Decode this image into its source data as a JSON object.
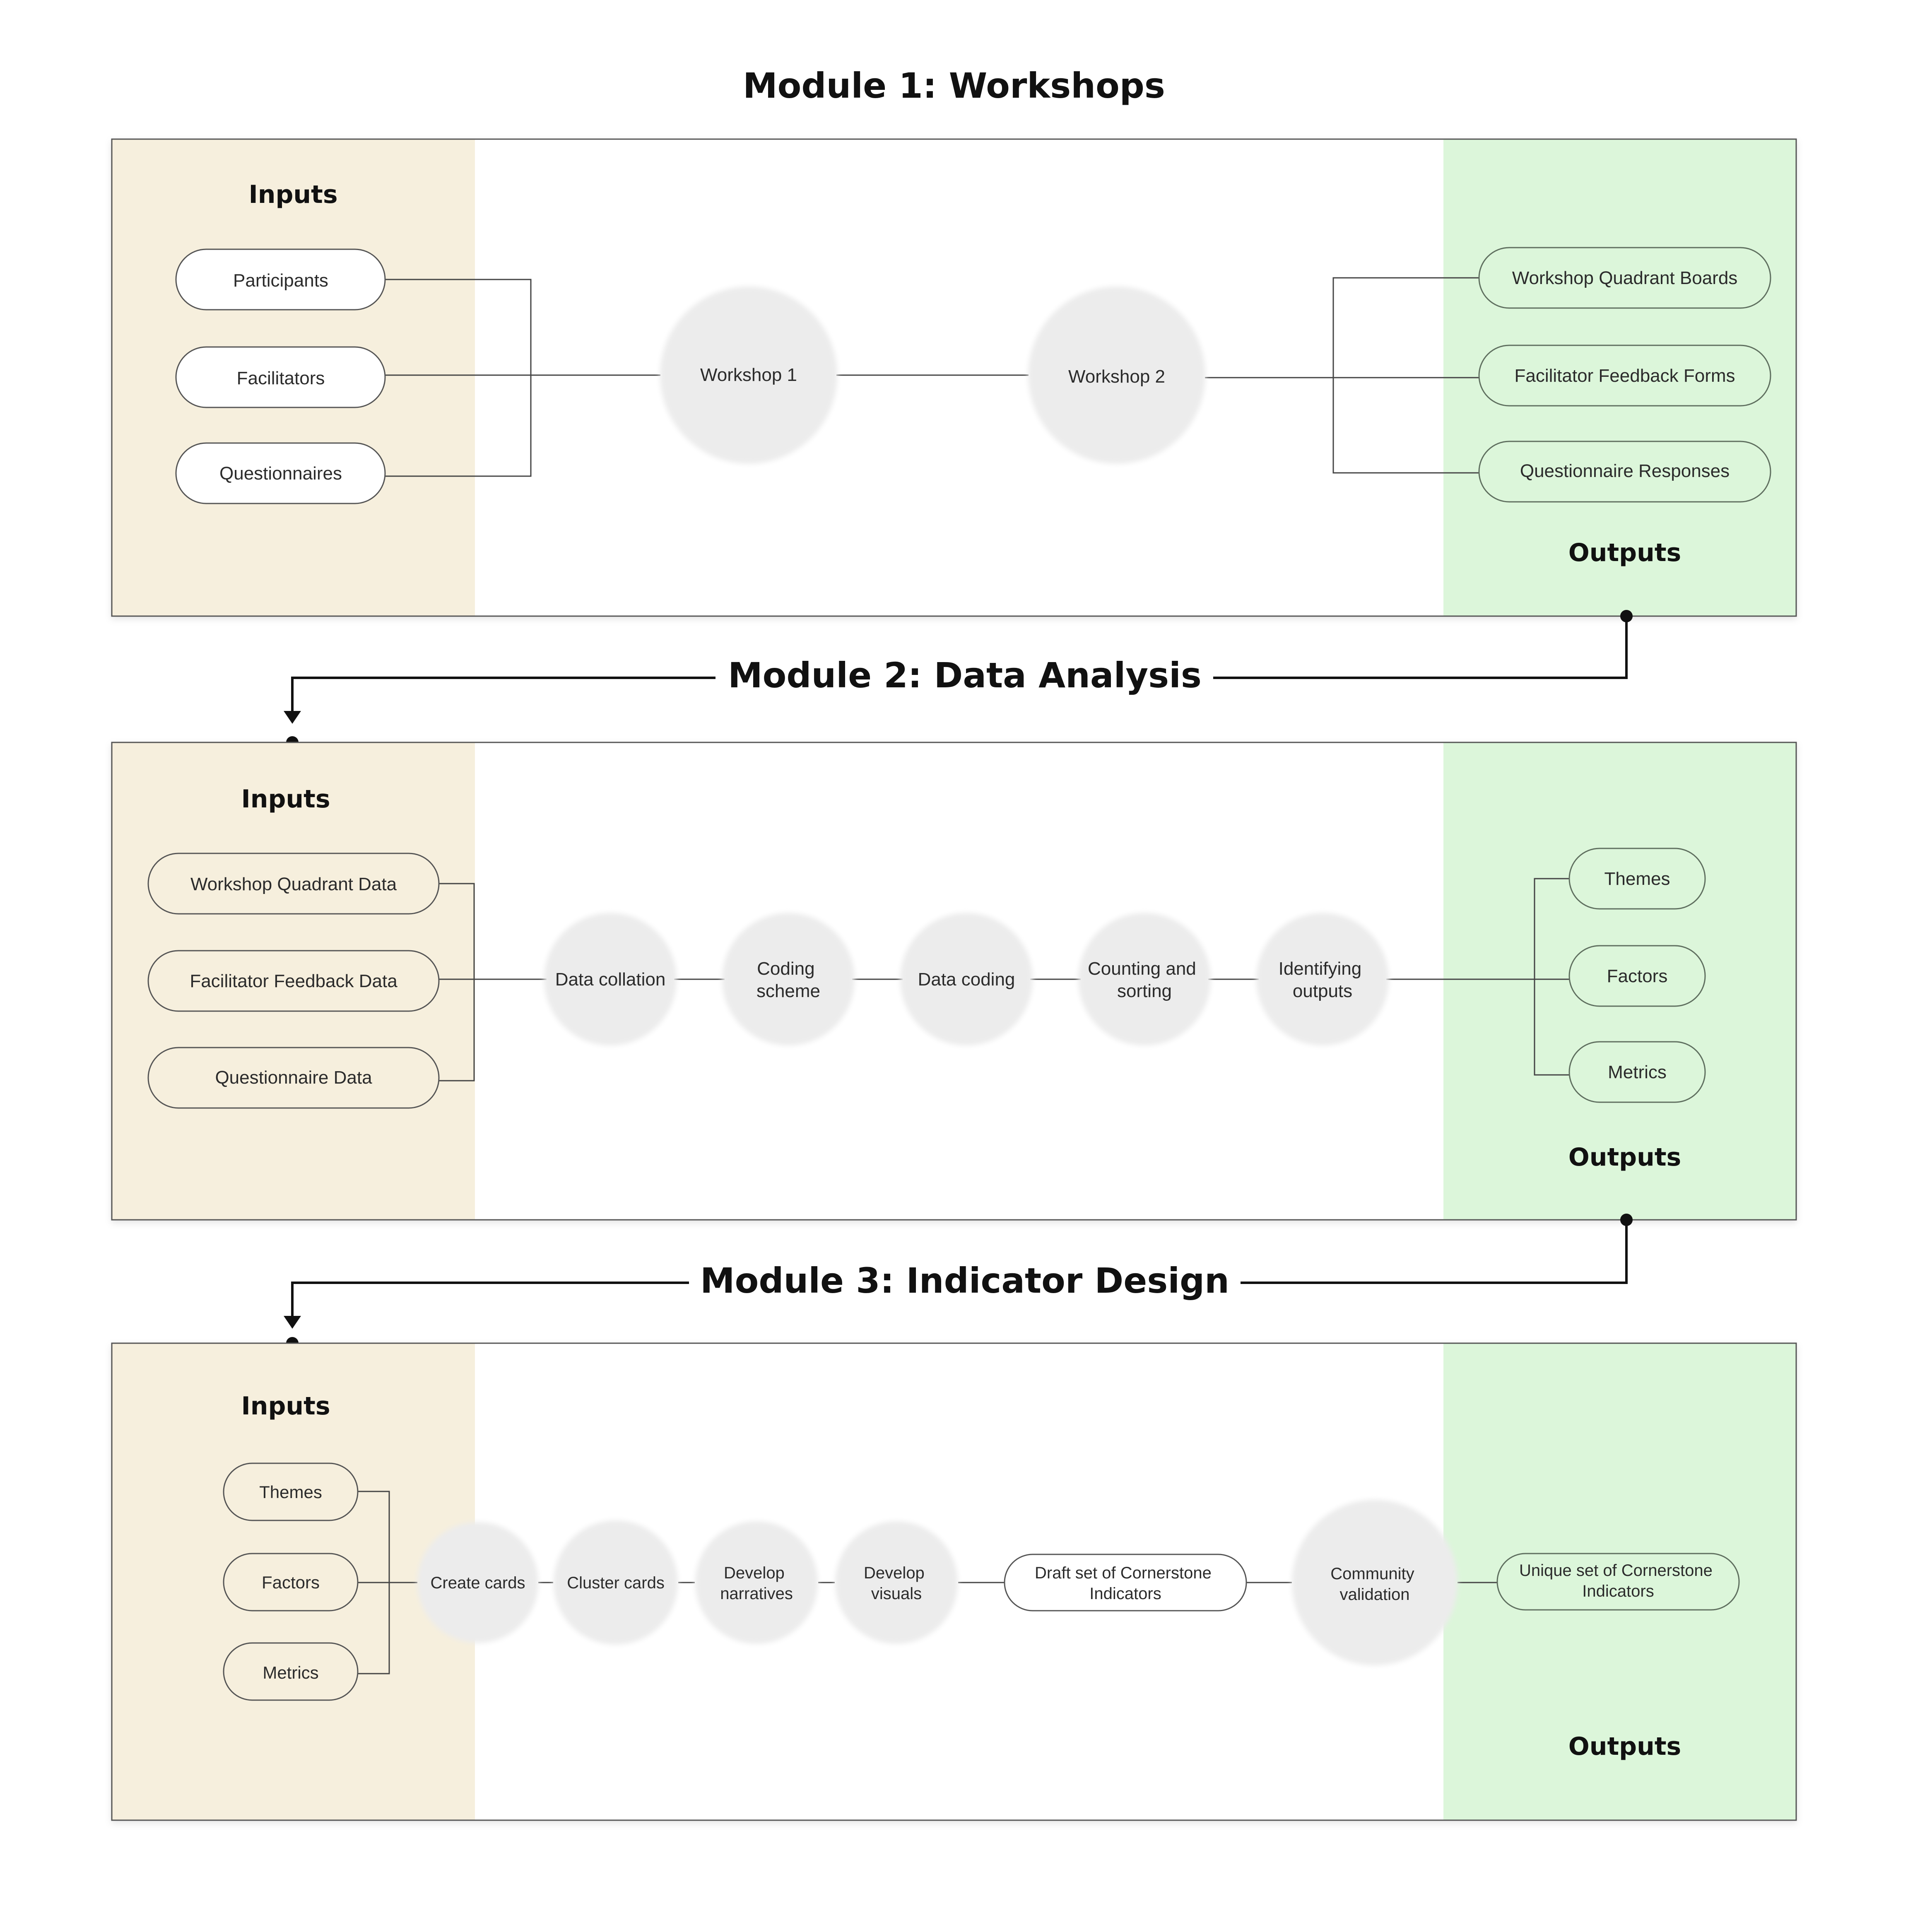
{
  "modules": [
    {
      "title": "Module 1: Workshops",
      "inputs_heading": "Inputs",
      "outputs_heading": "Outputs",
      "inputs": [
        "Participants",
        "Facilitators",
        "Questionnaires"
      ],
      "steps": [
        "Workshop 1",
        "Workshop 2"
      ],
      "outputs": [
        "Workshop Quadrant Boards",
        "Facilitator Feedback Forms",
        "Questionnaire Responses"
      ]
    },
    {
      "title": "Module 2: Data Analysis",
      "inputs_heading": "Inputs",
      "outputs_heading": "Outputs",
      "inputs": [
        "Workshop Quadrant Data",
        "Facilitator Feedback Data",
        "Questionnaire Data"
      ],
      "steps": [
        "Data collation",
        "Coding\nscheme",
        "Data coding",
        "Counting and\nsorting",
        "Identifying\noutputs"
      ],
      "outputs": [
        "Themes",
        "Factors",
        "Metrics"
      ]
    },
    {
      "title": "Module 3: Indicator Design",
      "inputs_heading": "Inputs",
      "outputs_heading": "Outputs",
      "inputs": [
        "Themes",
        "Factors",
        "Metrics"
      ],
      "steps": [
        "Create cards",
        "Cluster cards",
        "Develop\nnarratives",
        "Develop\nvisuals",
        "Draft set of Cornerstone\nIndicators",
        "Community\nvalidation"
      ],
      "outputs": [
        "Unique set of Cornerstone\nIndicators"
      ]
    }
  ],
  "colors": {
    "inputs_panel": "#f6efdd",
    "outputs_panel": "#dcf6da",
    "process_circle": "#ececec"
  }
}
